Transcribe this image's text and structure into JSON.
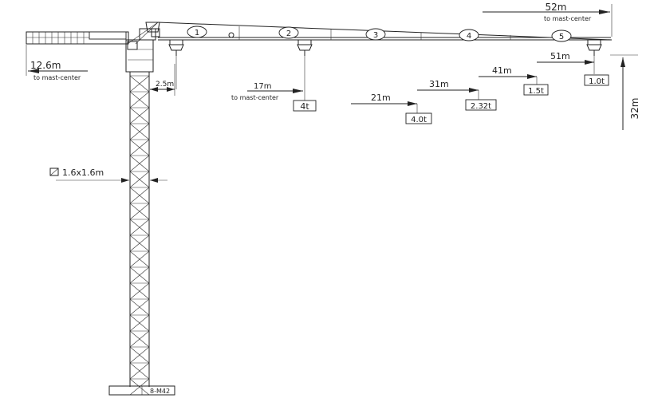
{
  "dimensions": {
    "total_reach": "52m",
    "total_reach_note": "to mast-center",
    "counter_jib": "12.6m",
    "counter_jib_note": "to mast-center",
    "trolley_offset": "2.5m",
    "near_reach": "17m",
    "near_reach_note": "to mast-center",
    "near_load": "4t",
    "mast_section": "1.6x1.6m",
    "height": "32m",
    "base_label": "8-M42"
  },
  "jib_sections": [
    "1",
    "2",
    "3",
    "4",
    "5"
  ],
  "load_steps": [
    {
      "radius": "21m",
      "load": "4.0t"
    },
    {
      "radius": "31m",
      "load": "2.32t"
    },
    {
      "radius": "41m",
      "load": "1.5t"
    },
    {
      "radius": "51m",
      "load": "1.0t"
    }
  ]
}
